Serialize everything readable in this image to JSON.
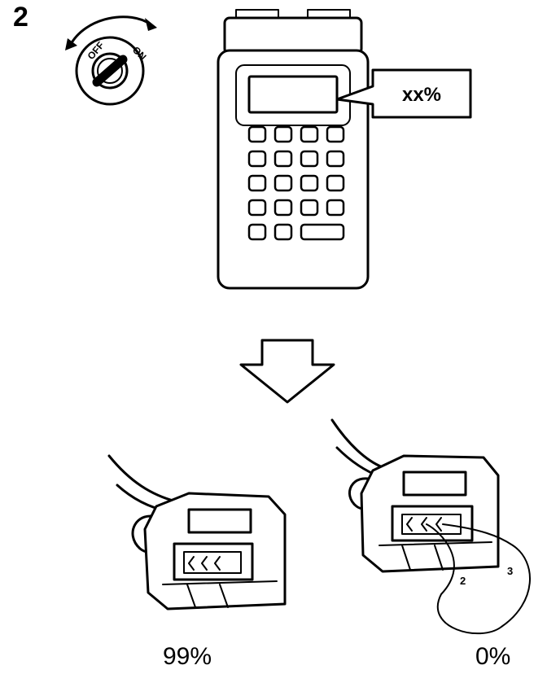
{
  "step": {
    "number": "2"
  },
  "ignition_switch": {
    "off_label": "OFF",
    "on_label": "ON"
  },
  "scan_tool": {
    "display_callout": "xx%"
  },
  "connectors": {
    "left": {
      "result": "99%"
    },
    "right": {
      "result": "0%",
      "terminal_labels": [
        "2",
        "3"
      ]
    }
  }
}
